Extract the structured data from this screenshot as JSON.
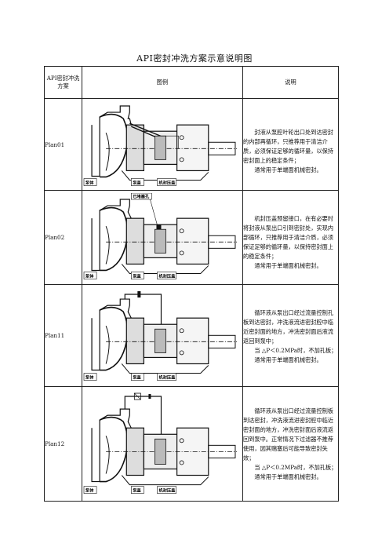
{
  "title": "API密封冲洗方案示意说明图",
  "header": {
    "col1": "API密封冲洗方案",
    "col2": "图例",
    "col3": "说明"
  },
  "labels": {
    "pump_body": "泵体",
    "pump_cover": "泵盖",
    "seal_gland": "机封压盖",
    "seal_tap": "已堵塞孔"
  },
  "plans": [
    {
      "name": "Plan01",
      "description": "封液从泵腔叶轮出口处到达密封的内部再循环，只推荐用于清洁介质，必须保证足够的循环量，以保持密封面上的稳定条件；",
      "condition": "",
      "note": "通常用于单端面机械密封。"
    },
    {
      "name": "Plan02",
      "description": "机封压盖预留接口，在有必要时将封液从泵出口引到密封处，实现内部循环，只推荐用于清洁介质，必须保证足够的循环量，以保持密封面上的稳定条件；",
      "condition": "",
      "note": "通常用于单端面机械密封。"
    },
    {
      "name": "Plan11",
      "description": "循环液从泵出口经过流量控制孔板到达密封，冲洗液流进密封腔中临近密封面的地方，冲洗密封面后液流返回到泵中；",
      "condition": "当 △P＜0.2MPa时，不加孔板；",
      "note": "通常用于单端面机械密封。"
    },
    {
      "name": "Plan12",
      "description": "循环液从泵出口经过流量控制板到达密封，冲洗液流进密封腔中临近密封面的地方，冲洗密封面后液流返回到泵中。正常情况下过滤器不推荐使用，因其赌塞后可能导致密封失效；",
      "condition": "当 △P＜0.2MPa时，不加孔板；",
      "note": "通常用于单端面机械密封。"
    }
  ]
}
